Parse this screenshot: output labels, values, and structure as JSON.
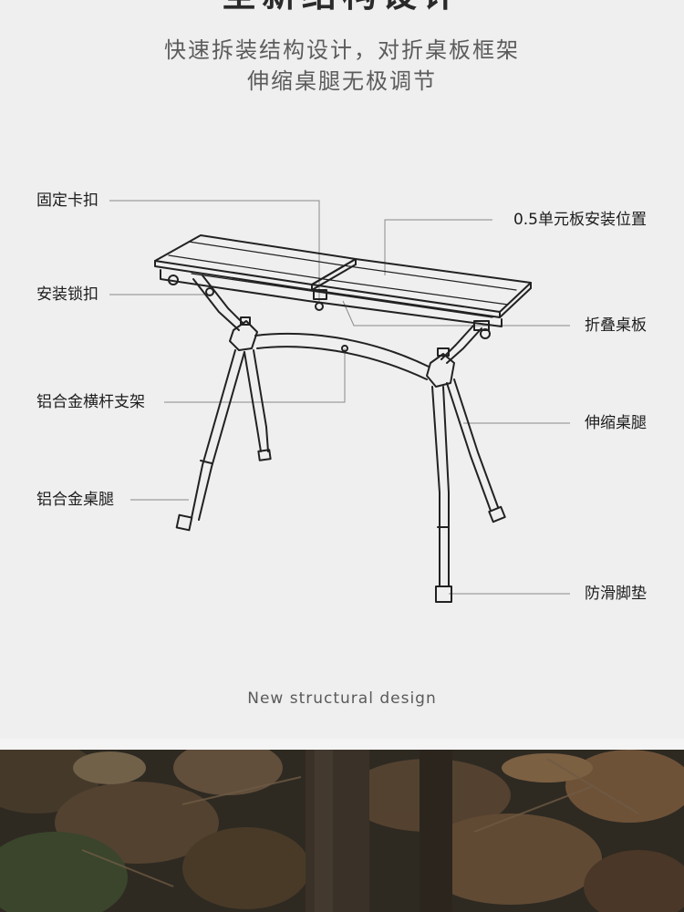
{
  "heading": "全新结构设计",
  "subtitle_line1": "快速拆装结构设计，对折桌板框架",
  "subtitle_line2": "伸缩桌腿无极调节",
  "callouts": {
    "left": [
      "固定卡扣",
      "安装锁扣",
      "铝合金横杆支架",
      "铝合金桌腿"
    ],
    "right": [
      "0.5单元板安装位置",
      "折叠桌板",
      "伸缩桌腿",
      "防滑脚垫"
    ]
  },
  "caption": "New structural design",
  "colors": {
    "background": "#efefef",
    "line_art": "#222222",
    "leader_line": "#8a8a8a"
  },
  "photo": {
    "subject": "forest-floor-photo"
  }
}
